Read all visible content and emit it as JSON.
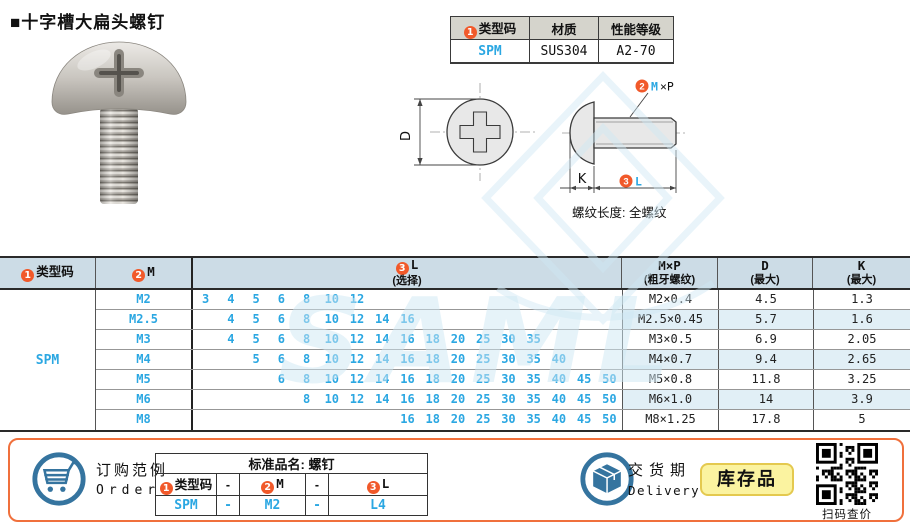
{
  "title": "■十字槽大扁头螺钉",
  "badges": {
    "n1": "1",
    "n2": "2",
    "n3": "3"
  },
  "spec_table": {
    "h1": "类型码",
    "h2": "材质",
    "h3": "性能等级",
    "v1": "SPM",
    "v2": "SUS304",
    "v3": "A2-70"
  },
  "diagram": {
    "d": "D",
    "k": "K",
    "l": "L",
    "m": "M",
    "xp": "×P",
    "note": "螺纹长度: 全螺纹"
  },
  "main_table": {
    "headers": {
      "type_code": "类型码",
      "m": "M",
      "l": "L",
      "l_sub": "(选择)",
      "mxp": "M×P",
      "mxp_sub": "(粗牙螺纹)",
      "d": "D",
      "d_sub": "(最大)",
      "k": "K",
      "k_sub": "(最大)"
    },
    "type_code": "SPM",
    "l_slots": [
      3,
      4,
      5,
      6,
      8,
      10,
      12,
      14,
      16,
      18,
      20,
      25,
      30,
      35,
      40,
      45,
      50
    ],
    "rows": [
      {
        "m": "M2",
        "l": [
          3,
          4,
          5,
          6,
          8,
          10,
          12
        ],
        "mxp": "M2×0.4",
        "d": "4.5",
        "k": "1.3"
      },
      {
        "m": "M2.5",
        "l": [
          4,
          5,
          6,
          8,
          10,
          12,
          14,
          16
        ],
        "mxp": "M2.5×0.45",
        "d": "5.7",
        "k": "1.6"
      },
      {
        "m": "M3",
        "l": [
          4,
          5,
          6,
          8,
          10,
          12,
          14,
          16,
          18,
          20,
          25,
          30,
          35
        ],
        "mxp": "M3×0.5",
        "d": "6.9",
        "k": "2.05"
      },
      {
        "m": "M4",
        "l": [
          5,
          6,
          8,
          10,
          12,
          14,
          16,
          18,
          20,
          25,
          30,
          35,
          40
        ],
        "mxp": "M4×0.7",
        "d": "9.4",
        "k": "2.65"
      },
      {
        "m": "M5",
        "l": [
          6,
          8,
          10,
          12,
          14,
          16,
          18,
          20,
          25,
          30,
          35,
          40,
          45,
          50
        ],
        "mxp": "M5×0.8",
        "d": "11.8",
        "k": "3.25"
      },
      {
        "m": "M6",
        "l": [
          8,
          10,
          12,
          14,
          16,
          18,
          20,
          25,
          30,
          35,
          40,
          45,
          50
        ],
        "mxp": "M6×1.0",
        "d": "14",
        "k": "3.9"
      },
      {
        "m": "M8",
        "l": [
          16,
          18,
          20,
          25,
          30,
          35,
          40,
          45,
          50
        ],
        "mxp": "M8×1.25",
        "d": "17.8",
        "k": "5"
      }
    ]
  },
  "order": {
    "title": "订购范例",
    "title_en": "Order",
    "table_title": "标准品名: 螺钉",
    "c1": "类型码",
    "c2": "M",
    "c3": "L",
    "dash": "-",
    "v1": "SPM",
    "v2": "M2",
    "v3": "L4"
  },
  "delivery": {
    "title": "交货期",
    "title_en": "Delivery",
    "badge": "库存品",
    "qr_caption": "扫码查价"
  },
  "watermark": "SAML",
  "colors": {
    "blue_text": "#2ba7e2",
    "orange": "#f1592a",
    "header_bg": "#ccdce6",
    "alt_row_bg": "#e1eff6",
    "box_border": "#f0703c",
    "icon_blue": "#35749f",
    "badge_bg": "#fbf3a0",
    "badge_border": "#e4c94f",
    "spec_header_bg": "#d5d4cc",
    "watermark_blue": "#cfe8f4"
  }
}
